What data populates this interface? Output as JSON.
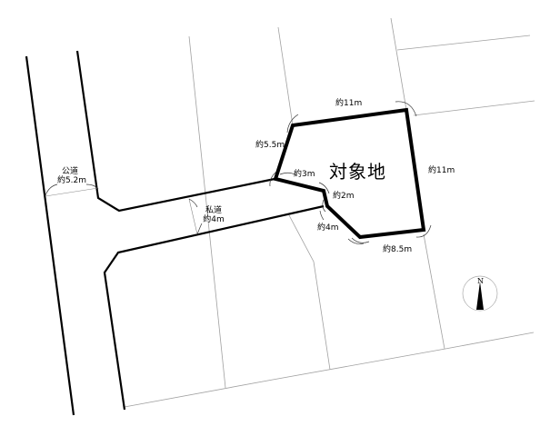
{
  "site": {
    "label": "対象地"
  },
  "dimensions": {
    "top": "約11m",
    "upper_left": "約5.5m",
    "right": "約11m",
    "inner_top": "約3m",
    "inner_mid": "約2m",
    "lower_left": "約4m",
    "bottom": "約8.5m"
  },
  "roads": {
    "public_road_label": "公道",
    "public_road_width": "約5.2m",
    "private_road_label": "私道",
    "private_road_width": "約4m"
  },
  "compass": {
    "north_label": "N"
  },
  "colors": {
    "boundary": "#000000",
    "lot_line": "#9a9a9a",
    "background": "#ffffff"
  }
}
